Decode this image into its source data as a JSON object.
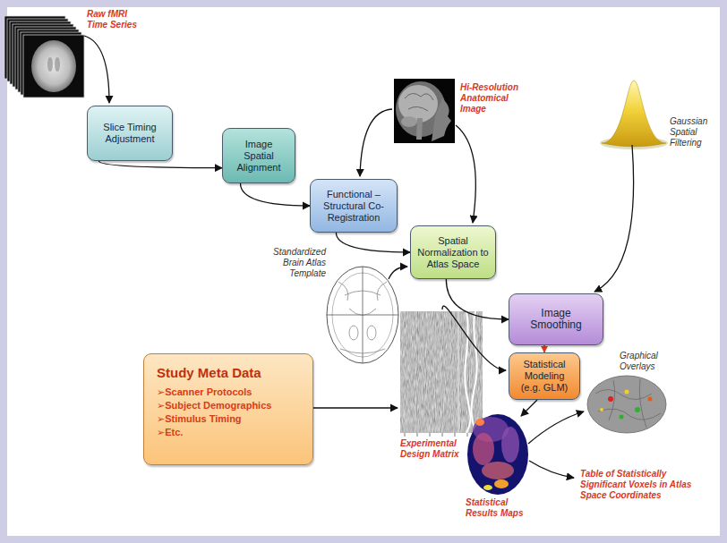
{
  "diagram": {
    "nodes": [
      {
        "text": [
          "Slice Timing Adjustment"
        ]
      },
      {
        "text": [
          "Image Spatial Alignment"
        ]
      },
      {
        "text": [
          "Functional – Structural Co-Registration"
        ]
      },
      {
        "text": [
          "Spatial Normalization to Atlas Space"
        ]
      },
      {
        "text": [
          "Image Smoothing"
        ]
      },
      {
        "text": [
          "Study Meta Data",
          "➢Scanner Protocols",
          "➢Subject Demographics",
          "➢Stimulus Timing",
          "➢Etc."
        ]
      },
      {
        "text": [
          "Statistical Modeling (e.g. GLM)"
        ]
      }
    ],
    "edges": [
      {
        "from": 0,
        "to": 1,
        "arrow": "to"
      },
      {
        "from": 1,
        "to": 2,
        "arrow": "to"
      },
      {
        "from": 2,
        "to": 3,
        "arrow": "to"
      },
      {
        "from": 3,
        "to": 4,
        "arrow": "to"
      },
      {
        "from": 4,
        "to": 6,
        "arrow": "to"
      }
    ],
    "labels": [
      "Raw fMRI Time Series",
      "Hi-Resolution Anatomical Image",
      "Gaussian Spatial Filtering",
      "Standardized Brain Atlas Template",
      "Experimental Design Matrix",
      "Statistical Results Maps",
      "Graphical Overlays",
      "Table of Statistically Significant Voxels in Atlas Space Coordinates"
    ]
  }
}
